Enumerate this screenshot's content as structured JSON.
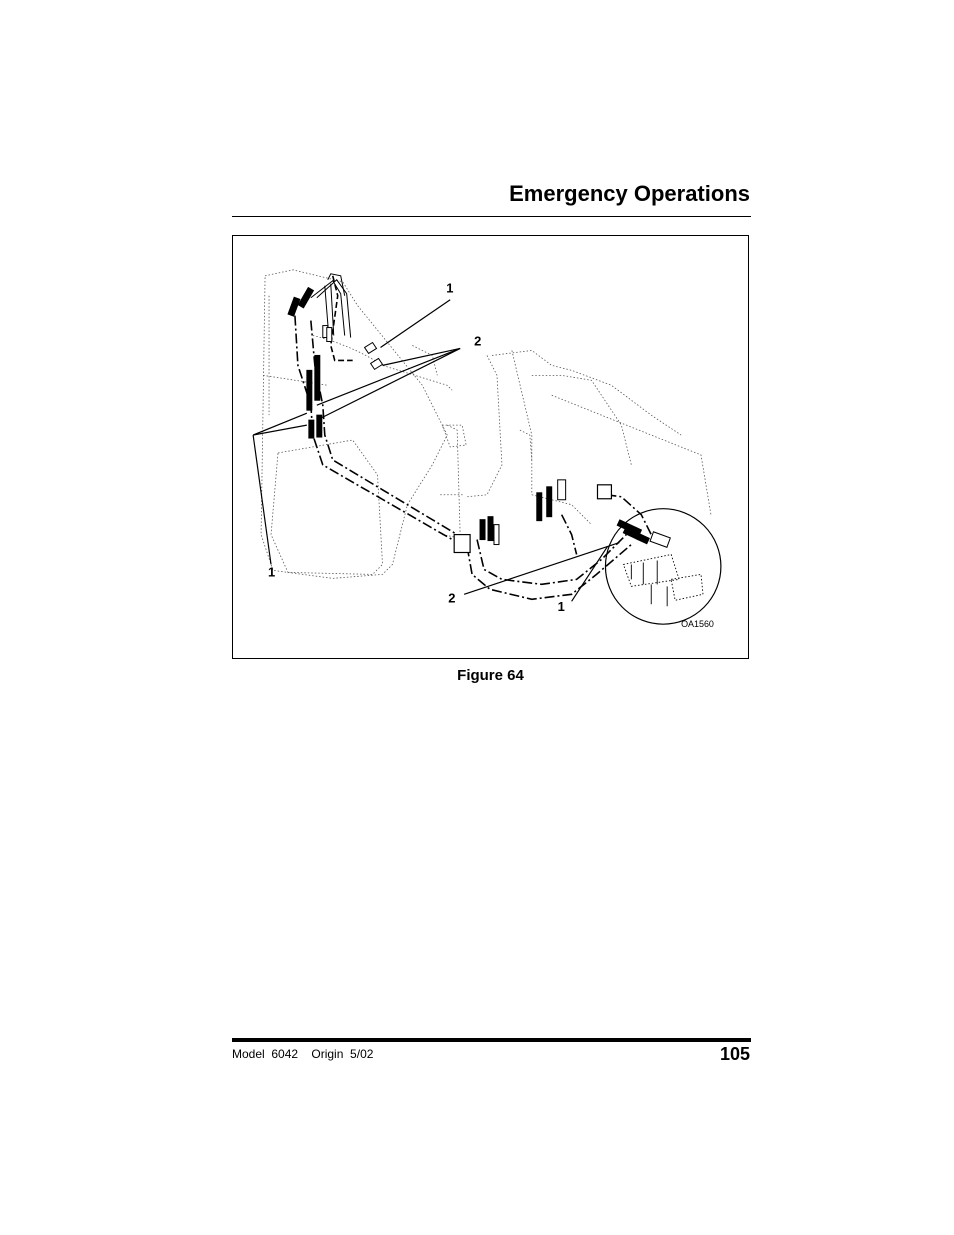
{
  "header": {
    "section_title": "Emergency Operations"
  },
  "figure": {
    "callouts": {
      "c1_top": "1",
      "c2_top": "2",
      "c1_left": "1",
      "c2_bottom": "2",
      "c1_bottom": "1"
    },
    "illustration_id": "OA1560",
    "caption": "Figure 64"
  },
  "footer": {
    "model_text": "Model  6042    Origin  5/02",
    "page_number": "105"
  }
}
